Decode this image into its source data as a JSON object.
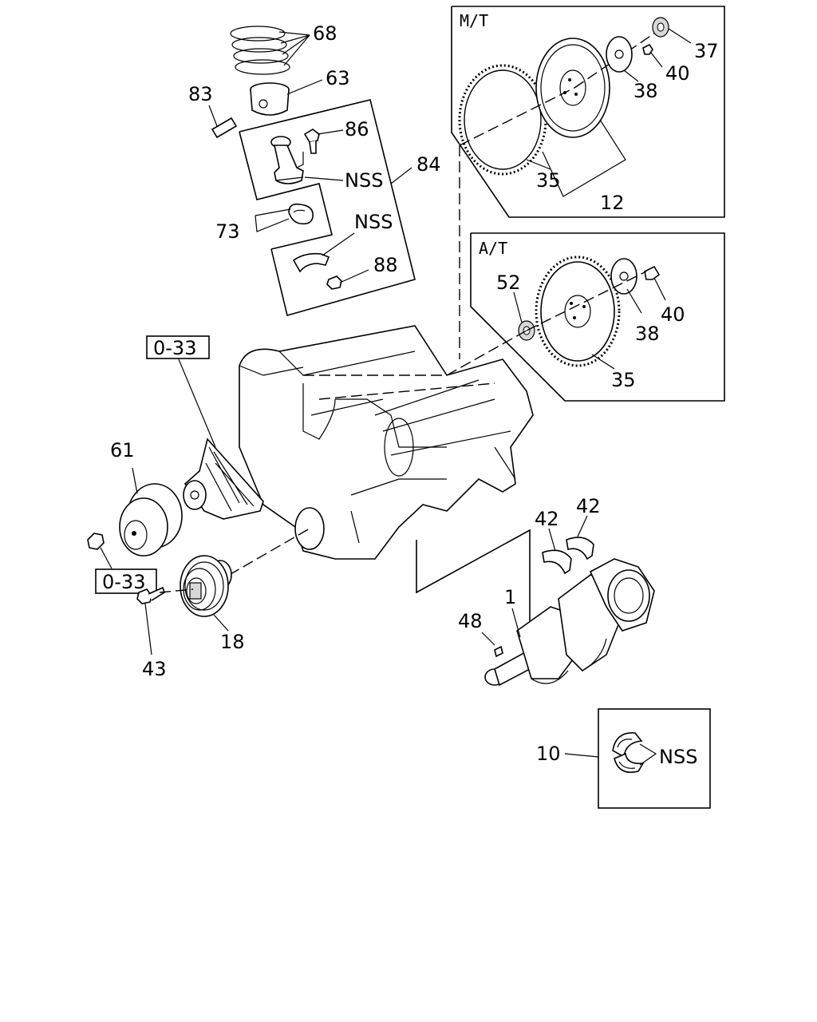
{
  "diagram": {
    "boxes": {
      "manual_transmission": "M/T",
      "automatic_transmission": "A/T"
    },
    "reference_labels": [
      "0-33",
      "0-33"
    ],
    "callouts": {
      "c68": "68",
      "c63": "63",
      "c83": "83",
      "c86": "86",
      "c84": "84",
      "nss_rod": "NSS",
      "c73": "73",
      "nss_cap": "NSS",
      "c88": "88",
      "c37": "37",
      "c40_mt": "40",
      "c38_mt": "38",
      "c35_mt": "35",
      "c12": "12",
      "c52": "52",
      "c38_at": "38",
      "c40_at": "40",
      "c35_at": "35",
      "c61": "61",
      "c42_a": "42",
      "c42_b": "42",
      "c1": "1",
      "c48": "48",
      "c43": "43",
      "c18": "18",
      "c10": "10",
      "nss_bearing": "NSS"
    }
  }
}
